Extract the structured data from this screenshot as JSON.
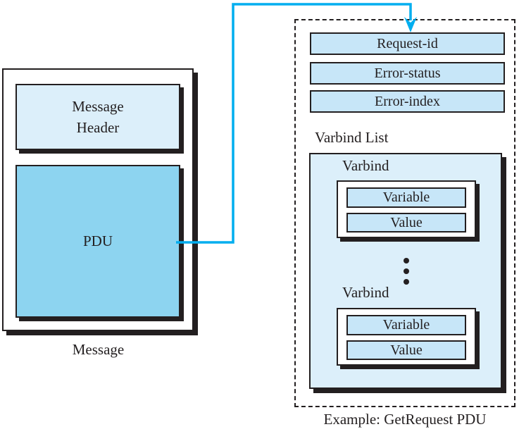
{
  "colors": {
    "arrow_accent": "#00AEEF",
    "panel_fill_light": "#DCEFFA",
    "field_fill": "#C7E6F8",
    "pdu_fill": "#8DD4F0",
    "border_and_text": "#231F20",
    "background": "#FFFFFF"
  },
  "message_panel": {
    "header_label": "Message\nHeader",
    "pdu_label": "PDU",
    "caption": "Message"
  },
  "pdu_panel": {
    "fields": [
      "Request-id",
      "Error-status",
      "Error-index"
    ],
    "varbind_list_label": "Varbind List",
    "varbinds": [
      {
        "label": "Varbind",
        "fields": [
          "Variable",
          "Value"
        ]
      },
      {
        "label": "Varbind",
        "fields": [
          "Variable",
          "Value"
        ]
      }
    ],
    "caption": "Example: GetRequest PDU"
  }
}
